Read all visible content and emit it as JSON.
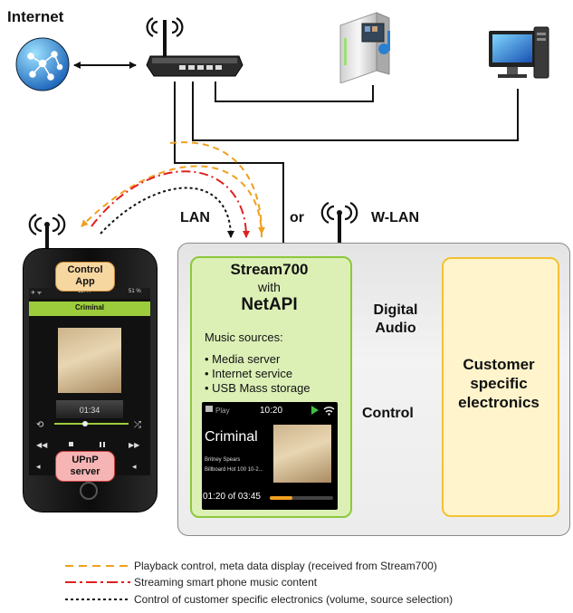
{
  "title": "Internet",
  "labels": {
    "lan": "LAN",
    "or": "or",
    "wlan": "W-LAN",
    "digital_audio": [
      "Digital",
      "Audio"
    ],
    "control": "Control"
  },
  "stream700": {
    "title": "Stream700",
    "with": "with",
    "api": "NetAPI",
    "music_sources_label": "Music sources:",
    "sources": [
      "Media server",
      "Internet service",
      "USB Mass storage"
    ]
  },
  "device_screen": {
    "play": "Play",
    "time": "10:20",
    "track": "Criminal",
    "artist": "Britney Spears",
    "album": "Billboard Hot 100 10-2...",
    "progress_text": "01:20 of 03:45",
    "progress_fraction": 0.35,
    "accent": "#f0a020",
    "play_color": "#40c040"
  },
  "customer_box": [
    "Customer",
    "specific",
    "electronics"
  ],
  "phone": {
    "control_app": [
      "Control",
      "App"
    ],
    "upnp": [
      "UPnP",
      "server"
    ],
    "status_left": "✈ ᯤ",
    "status_time": "12:47",
    "status_right": "51 %",
    "track": "Criminal",
    "time": "01:34"
  },
  "legend": [
    {
      "text": "Playback control, meta data display (received from Stream700)",
      "color": "#f0a020",
      "style": "dashed"
    },
    {
      "text": "Streaming smart phone music content",
      "color": "#e02020",
      "style": "dashdot"
    },
    {
      "text": "Control of customer specific electronics (volume, source selection)",
      "color": "#111111",
      "style": "dotted"
    }
  ],
  "colors": {
    "green_border": "#8cc83c",
    "green_fill": "#dcf0b6",
    "yellow_border": "#f2c230",
    "yellow_fill": "#fff4cc",
    "orange": "#f0a020",
    "red": "#e02020"
  },
  "icons": [
    "globe-icon",
    "router-icon",
    "antenna-icon",
    "media-server-icon",
    "desktop-pc-icon",
    "smartphone-icon"
  ]
}
